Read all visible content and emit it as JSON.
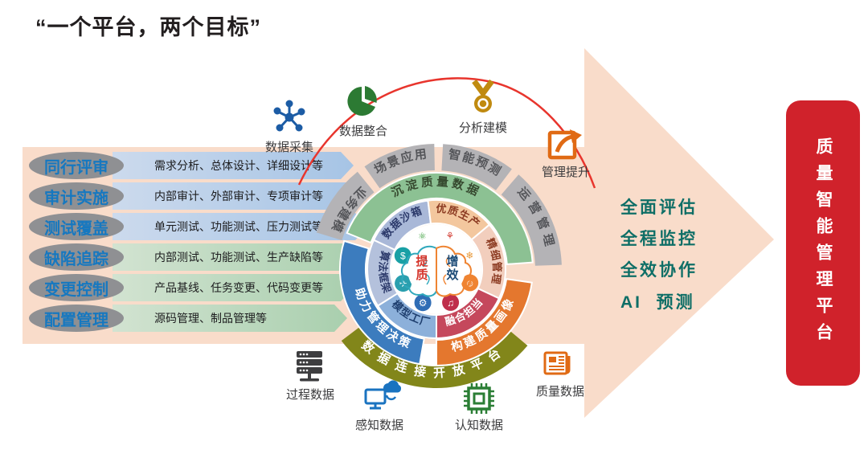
{
  "title": "“一个平台，两个目标”",
  "left_rows": [
    {
      "label": "同行评审",
      "desc": "需求分析、总体设计、详细设计等"
    },
    {
      "label": "审计实施",
      "desc": "内部审计、外部审计、专项审计等"
    },
    {
      "label": "测试覆盖",
      "desc": "单元测试、功能测试、压力测试等"
    },
    {
      "label": "缺陷追踪",
      "desc": "内部测试、功能测试、生产缺陷等"
    },
    {
      "label": "变更控制",
      "desc": "产品基线、任务变更、代码变更等"
    },
    {
      "label": "配置管理",
      "desc": "源码管理、制品管理等"
    }
  ],
  "top_flow": [
    {
      "label": "数据采集",
      "icon": "molecule-network-icon"
    },
    {
      "label": "数据整合",
      "icon": "pie-chart-icon"
    },
    {
      "label": "分析建模",
      "icon": "medal-icon"
    },
    {
      "label": "管理提升",
      "icon": "box-arrow-icon"
    }
  ],
  "bottom_sources": [
    {
      "label": "过程数据",
      "icon": "server-stack-icon"
    },
    {
      "label": "感知数据",
      "icon": "monitor-cloud-icon"
    },
    {
      "label": "认知数据",
      "icon": "chip-icon"
    },
    {
      "label": "质量数据",
      "icon": "newspaper-icon"
    }
  ],
  "rings": {
    "outer": [
      "业务建模",
      "场景应用",
      "智能预测",
      "运营管理"
    ],
    "middle": {
      "top": "沉淀质量数据",
      "bottom_left": "助力管理决策",
      "bottom_right": "构建质量画像"
    },
    "inner": [
      "算法框架",
      "数据沙箱",
      "优质生产",
      "精细管理",
      "融合担当",
      "模型工厂"
    ],
    "platform": "数据连接开放平台"
  },
  "center": {
    "left": "提质",
    "right": "增效"
  },
  "petals": [
    {
      "glyph": "⚛",
      "name": "atom-icon"
    },
    {
      "glyph": "⚘",
      "name": "flower-icon"
    },
    {
      "glyph": "❄",
      "name": "snowflake-icon"
    },
    {
      "glyph": "☺",
      "name": "smiley-icon"
    },
    {
      "glyph": "♫",
      "name": "music-note-icon"
    },
    {
      "glyph": "⚙",
      "name": "gear-icon"
    },
    {
      "glyph": "✈",
      "name": "vehicle-icon"
    },
    {
      "glyph": "$",
      "name": "finance-icon"
    }
  ],
  "goals": [
    "全面评估",
    "全程监控",
    "全效协作",
    "AI  预测"
  ],
  "banner": "质量智能管理平台",
  "colors": {
    "peach": "#f9dcca",
    "banner_red": "#d0222b",
    "goal_teal": "#0e6e66",
    "row_label_blue": "#1678c0",
    "ellipse_gray": "#8f9093",
    "ring_gray": "#b4b3b6",
    "ring_green": "#8cc193",
    "ring_blue": "#3c7cbe",
    "ring_orange": "#e4772e",
    "ring_olive": "#82861a",
    "seg_sandbox": "#a9b8d8",
    "seg_production": "#f3c79e",
    "seg_fine_mgmt": "#f2cebd",
    "seg_fusion": "#c5485c",
    "seg_model_factory": "#8cb0da",
    "seg_algorithm": "#b4c1dc",
    "arc_red": "#e8352d"
  }
}
